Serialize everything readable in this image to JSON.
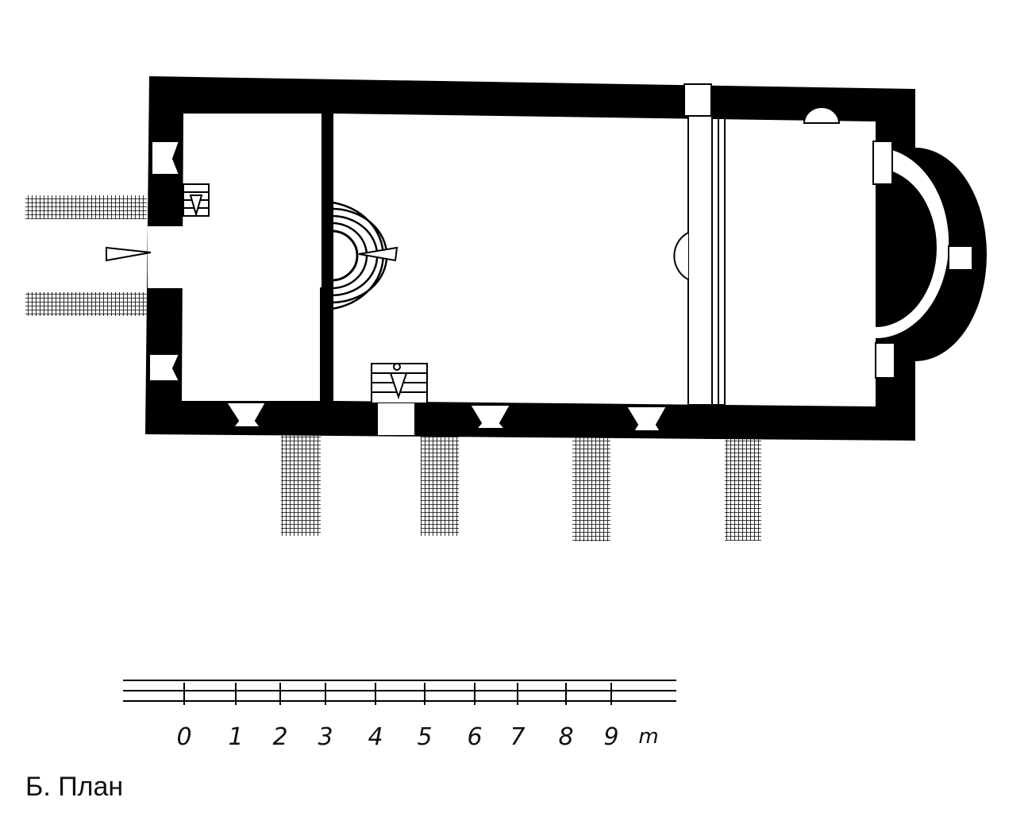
{
  "caption": "Б. План",
  "scale_bar": {
    "labels": [
      "0",
      "1",
      "2",
      "3",
      "4",
      "5",
      "6",
      "7",
      "8",
      "9"
    ],
    "unit": "m"
  },
  "colors": {
    "ink": "#000000",
    "paper": "#ffffff"
  }
}
